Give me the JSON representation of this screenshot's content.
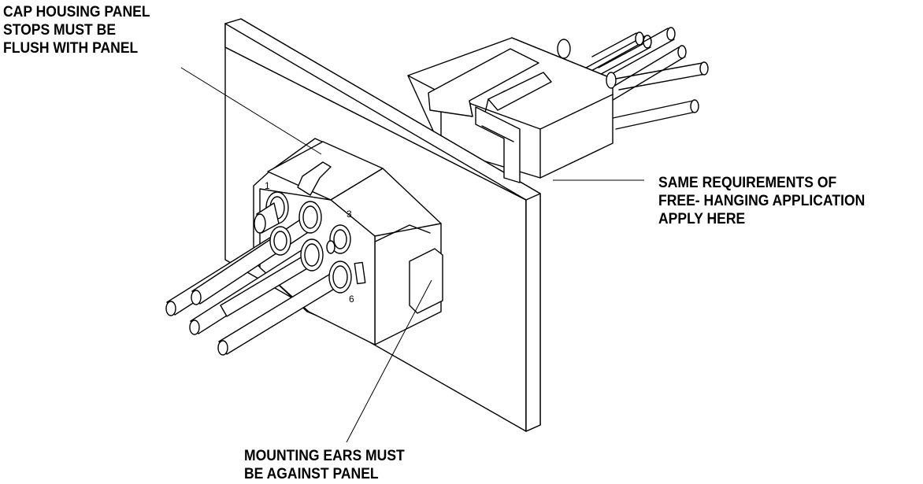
{
  "callouts": {
    "cap_housing": {
      "lines": [
        "CAP HOUSING PANEL",
        "STOPS MUST BE",
        "FLUSH WITH PANEL"
      ]
    },
    "same_requirements": {
      "lines": [
        "SAME REQUIREMENTS OF",
        "FREE- HANGING APPLICATION",
        "APPLY HERE"
      ]
    },
    "mounting_ears": {
      "lines": [
        "MOUNTING EARS MUST",
        "BE AGAINST PANEL"
      ]
    }
  },
  "pin_labels": {
    "pin_1": "1",
    "pin_3": "3",
    "pin_6": "6"
  }
}
